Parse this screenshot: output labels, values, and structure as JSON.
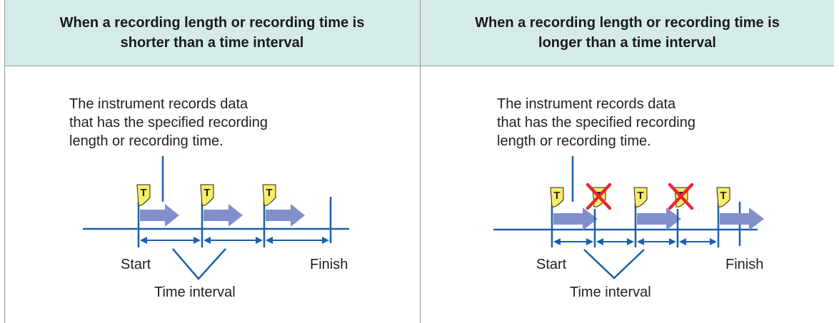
{
  "columns": [
    {
      "header": [
        "When a recording length or recording time is",
        "shorter than a time interval"
      ],
      "description": [
        "The instrument records data",
        "that has the specified recording",
        "length or recording time."
      ],
      "start_label": "Start",
      "finish_label": "Finish",
      "interval_label": "Time interval",
      "trigger_marker": "T",
      "triggers": [
        {
          "skipped": false
        },
        {
          "skipped": false
        },
        {
          "skipped": false
        }
      ]
    },
    {
      "header": [
        "When a recording length or recording time is",
        "longer than a time interval"
      ],
      "description": [
        "The instrument records data",
        "that has the specified recording",
        "length or recording time."
      ],
      "start_label": "Start",
      "finish_label": "Finish",
      "interval_label": "Time interval",
      "trigger_marker": "T",
      "triggers": [
        {
          "skipped": false
        },
        {
          "skipped": true
        },
        {
          "skipped": false
        },
        {
          "skipped": true
        },
        {
          "skipped": false
        }
      ]
    }
  ],
  "colors": {
    "header_bg": "#d5ebea",
    "timeline": "#1c5fa8",
    "record_arrow": "#8190cb",
    "trigger_flag": "#f7ee66",
    "skip_mark": "#e8262f"
  }
}
